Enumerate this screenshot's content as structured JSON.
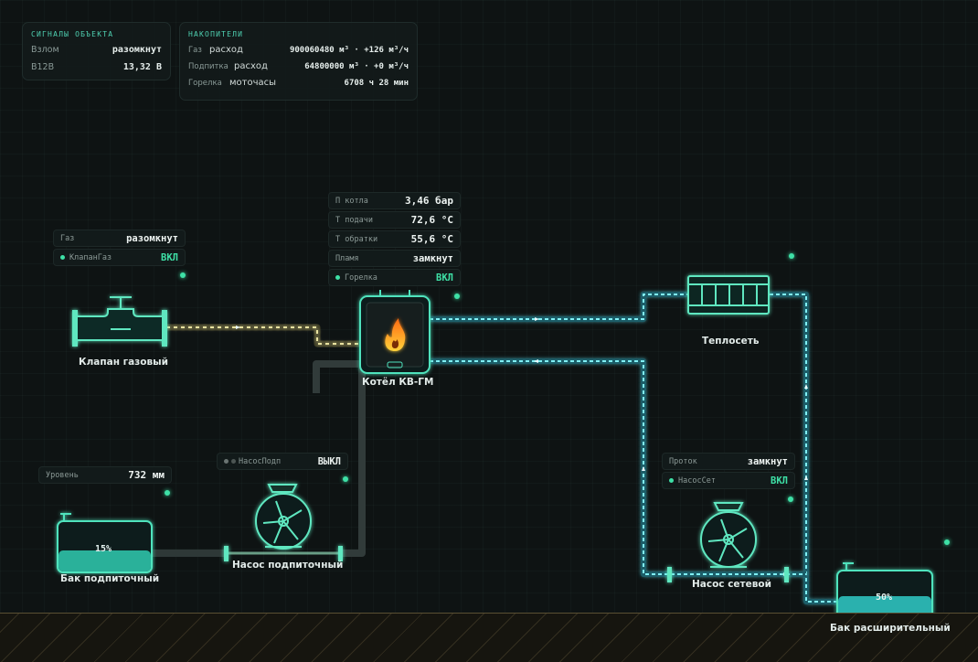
{
  "signals": {
    "title": "СИГНАЛЫ ОБЪЕКТА",
    "rows": [
      {
        "label": "Взлом",
        "value": "разомкнут"
      },
      {
        "label": "B12В",
        "value": "13,32 В"
      }
    ]
  },
  "accumulators": {
    "title": "НАКОПИТЕЛИ",
    "rows": [
      {
        "label": "Газ",
        "metric": "расход",
        "value": "900060480 м³ · +126 м³/ч"
      },
      {
        "label": "Подпитка",
        "metric": "расход",
        "value": "64800000 м³ · +0 м³/ч"
      },
      {
        "label": "Горелка",
        "metric": "моточасы",
        "value": "6708 ч 28 мин"
      }
    ]
  },
  "boiler": {
    "name": "Котёл КВ-ГМ",
    "params": [
      {
        "label": "П котла",
        "value": "3,46 бар"
      },
      {
        "label": "Т подачи",
        "value": "72,6 °C"
      },
      {
        "label": "Т обратки",
        "value": "55,6 °C"
      },
      {
        "label": "Пламя",
        "value": "замкнут"
      }
    ],
    "burner": {
      "label": "Горелка",
      "state": "ВКЛ"
    }
  },
  "gas_valve": {
    "name": "Клапан газовый",
    "gas": {
      "label": "Газ",
      "value": "разомкнут"
    },
    "valve": {
      "label": "КлапанГаз",
      "state": "ВКЛ"
    }
  },
  "makeup_tank": {
    "name": "Бак подпиточный",
    "level": {
      "label": "Уровень",
      "value": "732 мм"
    },
    "fill_pct": "15%"
  },
  "makeup_pump": {
    "name": "Насос подпиточный",
    "tag": {
      "label": "НасосПодп",
      "state": "ВЫКЛ"
    }
  },
  "heat_network": {
    "name": "Теплосеть"
  },
  "network_pump": {
    "name": "Насос сетевой",
    "flow": {
      "label": "Проток",
      "value": "замкнут"
    },
    "tag": {
      "label": "НасосСет",
      "state": "ВКЛ"
    }
  },
  "expansion_tank": {
    "name": "Бак расширительный",
    "fill_pct": "50%"
  },
  "colors": {
    "accent": "#3ee0a6",
    "water": "#2fd3e0",
    "gas": "#e8e2a0",
    "idle_pipe": "#36403f",
    "flame": "#ff8a1f"
  }
}
